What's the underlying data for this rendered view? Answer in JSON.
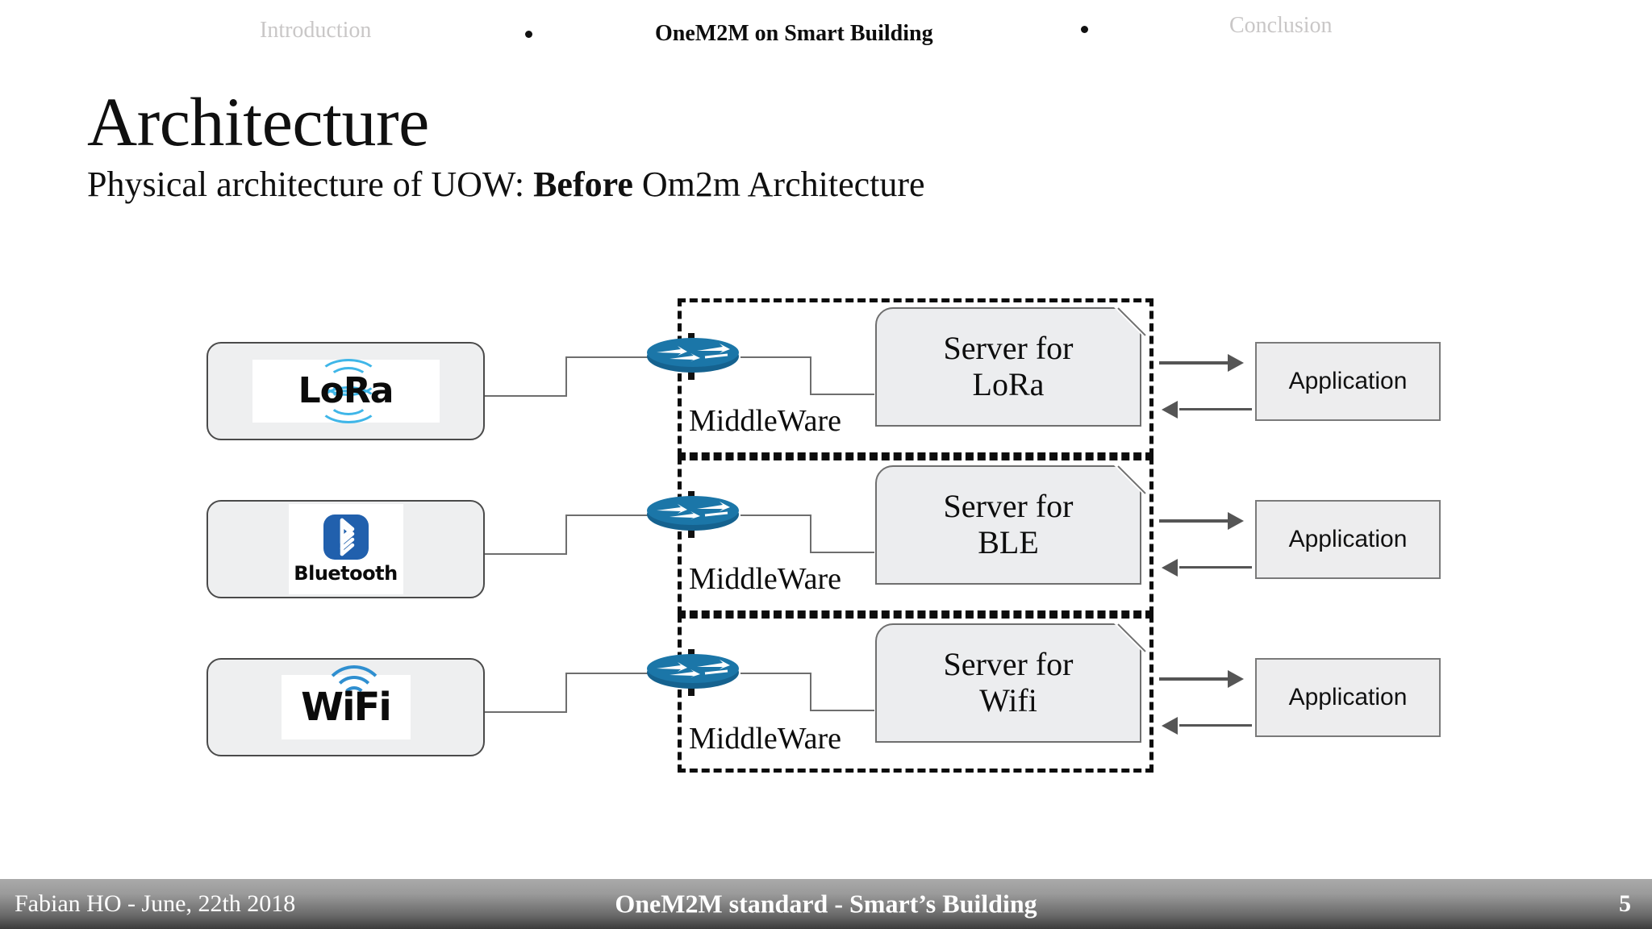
{
  "topnav": {
    "items": [
      {
        "label": "Introduction",
        "active": false
      },
      {
        "label": "OneM2M on Smart Building",
        "active": true
      },
      {
        "label": "Conclusion",
        "active": false
      }
    ]
  },
  "slide": {
    "title": "Architecture",
    "subtitle_prefix": "Physical architecture of UOW: ",
    "subtitle_bold": "Before",
    "subtitle_suffix": " Om2m Architecture"
  },
  "diagram": {
    "devices": [
      {
        "name": "LoRa",
        "logo": "lora-logo",
        "logo_text": "LoRa"
      },
      {
        "name": "Bluetooth",
        "logo": "bluetooth-logo",
        "logo_text": "Bluetooth"
      },
      {
        "name": "Wifi",
        "logo": "wifi-logo",
        "logo_text": "WiFi"
      }
    ],
    "middleware_label": "MiddleWare",
    "router_icon": "router-icon",
    "servers": [
      {
        "line1": "Server for",
        "line2": "LoRa"
      },
      {
        "line1": "Server for",
        "line2": "BLE"
      },
      {
        "line1": "Server for",
        "line2": "Wifi"
      }
    ],
    "applications": [
      {
        "label": "Application"
      },
      {
        "label": "Application"
      },
      {
        "label": "Application"
      }
    ],
    "colors": {
      "router_blue": "#15628f",
      "bluetooth_blue": "#2160ad",
      "lora_arc_blue": "#3fb6e8",
      "wifi_arc_blue": "#2f8fd0",
      "dashed_border": "#0d0d0d",
      "box_fill": "#ecedef",
      "connector": "#6e6e6e",
      "arrow": "#555555"
    }
  },
  "footer": {
    "left": "Fabian HO   -   June, 22th  2018",
    "center": "OneM2M standard - Smart’s Building",
    "page": "5"
  }
}
